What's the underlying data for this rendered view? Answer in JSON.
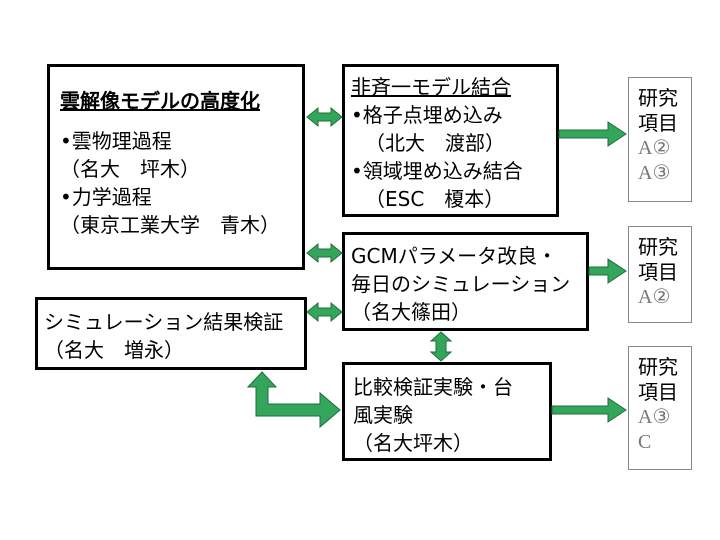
{
  "cloud_model": {
    "title": "雲解像モデルの高度化",
    "lines": [
      "•雲物理過程",
      "（名大　坪木）",
      "•力学過程",
      "（東京工業大学　青木）"
    ]
  },
  "nonhydro": {
    "title": "非斉一モデル結合",
    "lines": [
      "•格子点埋め込み",
      "（北大　渡部）",
      "•領域埋め込み結合",
      "（ESC　榎本）"
    ]
  },
  "gcm": {
    "lines": [
      "GCMパラメータ改良・",
      "毎日のシミュレーション",
      "（名大篠田）"
    ]
  },
  "verification": {
    "lines": [
      "シミュレーション結果検証",
      "（名大　増永）"
    ]
  },
  "comparison": {
    "lines": [
      "比較検証実験・台",
      "風実験",
      "（名大坪木）"
    ]
  },
  "research_items": [
    {
      "lines": [
        "研究",
        "項目"
      ],
      "codes": [
        "A②",
        "A③"
      ]
    },
    {
      "lines": [
        "研究",
        "項目"
      ],
      "codes": [
        "A②"
      ]
    },
    {
      "lines": [
        "研究",
        "項目"
      ],
      "codes": [
        "A③",
        "C"
      ]
    }
  ],
  "colors": {
    "arrow_fill": "#33a65c",
    "arrow_stroke": "#1f6e3a"
  }
}
